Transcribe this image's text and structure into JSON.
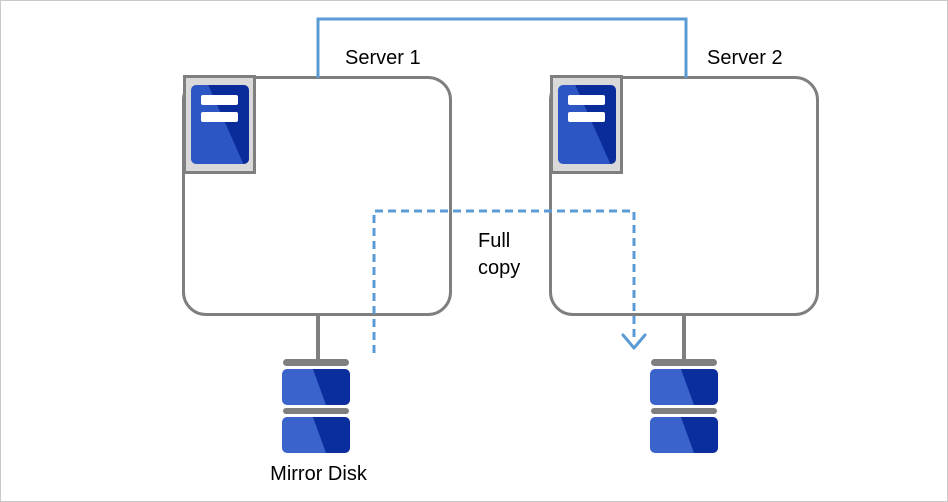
{
  "diagram": {
    "servers": [
      {
        "label": "Server 1"
      },
      {
        "label": "Server 2"
      }
    ],
    "full_copy": {
      "label": "Full copy"
    },
    "mirror_disk_label": "Mirror Disk",
    "colors": {
      "accent_blue": "#5B9BD5",
      "outline_gray": "#7F7F7F",
      "icon_plate_gray": "#D9D9D9",
      "disk_blue_light": "#3A63CB",
      "disk_blue_dark": "#0B2E9F",
      "server_blue_light": "#2B56C4",
      "server_blue_dark": "#0A2C9B"
    }
  }
}
